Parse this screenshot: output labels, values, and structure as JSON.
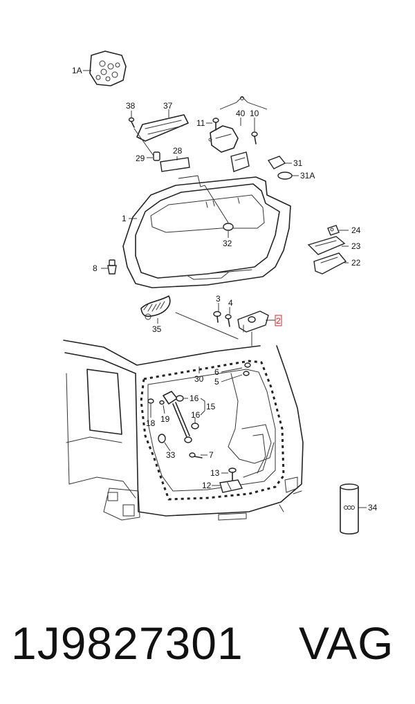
{
  "labels": {
    "l1A": "1A",
    "l38": "38",
    "l37": "37",
    "l40": "40",
    "l10": "10",
    "l11": "11",
    "l29": "29",
    "l28": "28",
    "l31": "31",
    "l31A": "31A",
    "l1": "1",
    "l32": "32",
    "l24": "24",
    "l23": "23",
    "l22": "22",
    "l8": "8",
    "l3": "3",
    "l4": "4",
    "l2": "2",
    "l35": "35",
    "l30": "30",
    "l6": "6",
    "l5": "5",
    "l16a": "16",
    "l15": "15",
    "l16b": "16",
    "l18": "18",
    "l19": "19",
    "l33": "33",
    "l7": "7",
    "l13": "13",
    "l12": "12",
    "l34": "34"
  },
  "footer": {
    "part_number": "1J9827301",
    "brand": "VAG"
  },
  "colors": {
    "highlight": "#e02020",
    "line": "#222222"
  }
}
